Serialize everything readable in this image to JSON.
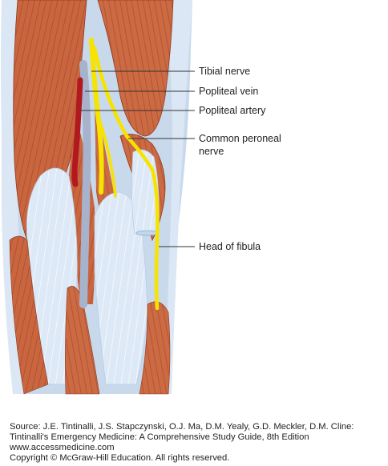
{
  "figure": {
    "labels": {
      "tibial_nerve": "Tibial nerve",
      "popliteal_vein": "Popliteal vein",
      "popliteal_artery": "Popliteal artery",
      "common_peroneal_line1": "Common peroneal",
      "common_peroneal_line2": "nerve",
      "head_of_fibula": "Head of fibula"
    },
    "colors": {
      "muscle": "#c8653f",
      "muscle_dark": "#a9482a",
      "tendon": "#dbe8f5",
      "fascia": "#c3d6ea",
      "nerve": "#f7e300",
      "artery": "#b2191f",
      "vein": "#a7b3cc"
    }
  },
  "source": {
    "line1": "Source: J.E. Tintinalli, J.S. Stapczynski, O.J. Ma, D.M. Yealy, G.D. Meckler, D.M. Cline:",
    "line2": "Tintinalli's Emergency Medicine: A Comprehensive Study Guide, 8th Edition",
    "line3": "www.accessmedicine.com",
    "line4": "Copyright © McGraw-Hill Education.  All rights reserved."
  }
}
